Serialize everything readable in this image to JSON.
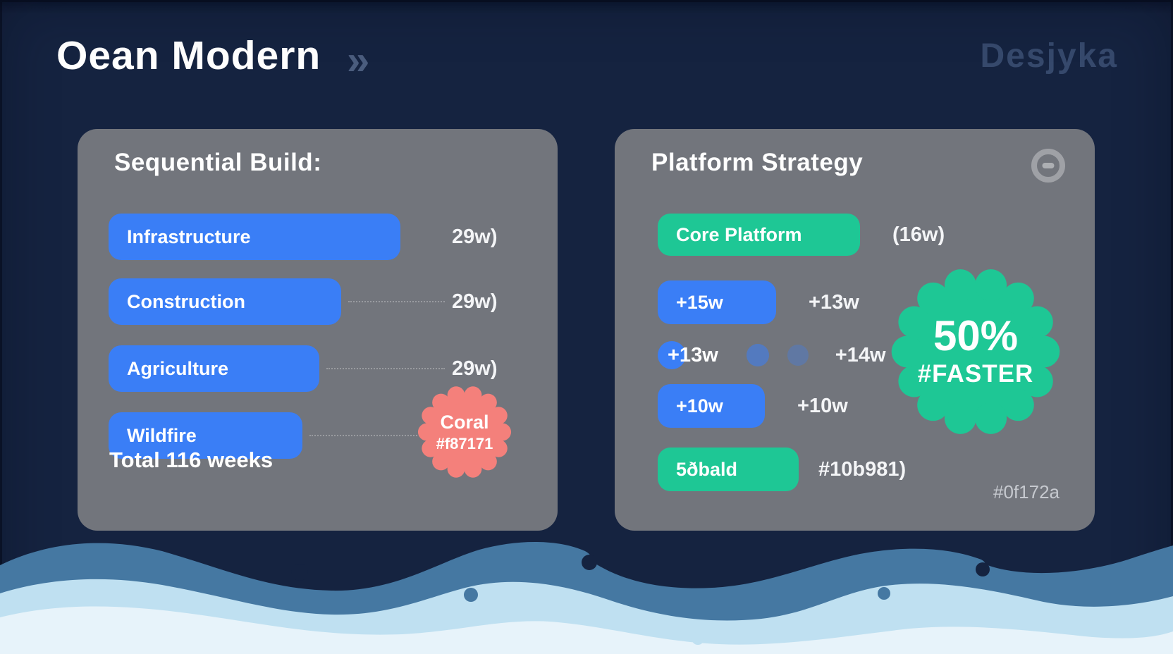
{
  "header": {
    "title": "Oean Modern",
    "chevron": "»",
    "watermark": "Desjyka"
  },
  "left_card": {
    "title": "Sequential Build:",
    "rows": [
      {
        "label": "Infrastructure",
        "duration": "29w)"
      },
      {
        "label": "Construction",
        "duration": "29w)"
      },
      {
        "label": "Agriculture",
        "duration": "29w)"
      },
      {
        "label": "Wildfire",
        "duration": ""
      }
    ],
    "total": "Total 116 weeks",
    "badge": {
      "title": "Coral",
      "subtitle": "#f87171",
      "color": "#f4807b"
    }
  },
  "right_card": {
    "title": "Platform Strategy",
    "rows": [
      {
        "label": "Core Platform",
        "duration": "(16w)",
        "color": "green"
      },
      {
        "label": "+15w",
        "duration": "+13w",
        "color": "blue"
      },
      {
        "label": "+13w",
        "duration": "+14w",
        "color": "blue-dots"
      },
      {
        "label": "+10w",
        "duration": "+10w",
        "color": "blue"
      },
      {
        "label": "5ðbald",
        "duration": "#10b981)",
        "color": "green"
      }
    ],
    "badge": {
      "title": "50%",
      "subtitle": "#FASTER",
      "color": "#1ec795"
    },
    "footnote": "#0f172a"
  },
  "colors": {
    "background": "#152340",
    "card": "#72757c",
    "bar_blue": "#3a7ef6",
    "bar_green": "#1ec795",
    "coral": "#f4807b",
    "wave_steel": "#4578a2",
    "wave_light": "#bfe0f1",
    "wave_pale": "#e7f3fa"
  }
}
